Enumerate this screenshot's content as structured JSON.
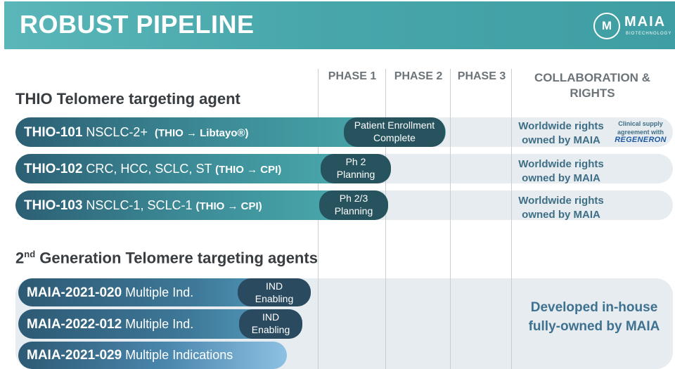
{
  "header": {
    "title": "ROBUST PIPELINE",
    "logo_mark": "M",
    "logo_word": "MAIA",
    "logo_sub": "BIOTECHNOLOGY",
    "color": "#48a7ab"
  },
  "columns": {
    "phase1": "PHASE 1",
    "phase2": "PHASE 2",
    "phase3": "PHASE 3",
    "collab": "COLLABORATION & RIGHTS"
  },
  "sections": {
    "thio": "THIO Telomere targeting agent",
    "gen2_prefix": "2",
    "gen2_sup": "nd",
    "gen2_rest": " Generation Telomere targeting agents"
  },
  "thio_programs": [
    {
      "code": "THIO-101",
      "indication": " NSCLC-2+ ",
      "combo": "(THIO → Libtayo®)",
      "status_line1": "Patient Enrollment",
      "status_line2": "Complete",
      "rights_line1": "Worldwide rights",
      "rights_line2": "owned by MAIA",
      "note_line1": "Clinical supply",
      "note_line2": "agreement with",
      "partner": "REGENERON"
    },
    {
      "code": "THIO-102",
      "indication": " CRC, HCC, SCLC, ST ",
      "combo": "(THIO → CPI)",
      "status_line1": "Ph 2",
      "status_line2": "Planning",
      "rights_line1": "Worldwide rights",
      "rights_line2": "owned by MAIA"
    },
    {
      "code": "THIO-103",
      "indication": " NSCLC-1, SCLC-1 ",
      "combo": "(THIO → CPI)",
      "status_line1": "Ph 2/3",
      "status_line2": "Planning",
      "rights_line1": "Worldwide rights",
      "rights_line2": "owned by MAIA"
    }
  ],
  "gen2_programs": [
    {
      "code": "MAIA-2021-020",
      "indication": "  Multiple Ind.",
      "status_line1": "IND",
      "status_line2": "Enabling"
    },
    {
      "code": "MAIA-2022-012",
      "indication": "  Multiple Ind.",
      "status_line1": "IND",
      "status_line2": "Enabling"
    },
    {
      "code": "MAIA-2021-029",
      "indication": "  Multiple Indications"
    }
  ],
  "gen2_rights": {
    "line1": "Developed in-house",
    "line2": "fully-owned by MAIA"
  }
}
